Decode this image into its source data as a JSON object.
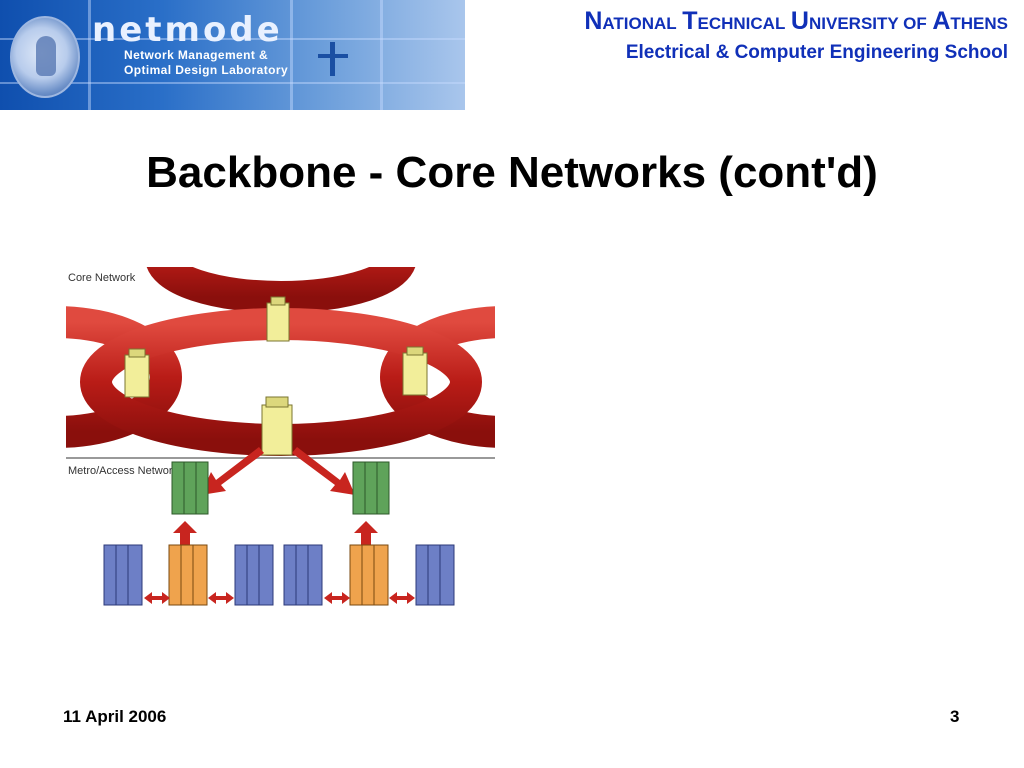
{
  "header": {
    "logo_text": "netmode",
    "lab_line1": "Network Management &",
    "lab_line2": "Optimal Design Laboratory",
    "university": {
      "n_initial": "N",
      "n_rest": "ATIONAL",
      "t_initial": "T",
      "t_rest": "ECHNICAL",
      "u_initial": "U",
      "u_rest": "NIVERSITY OF",
      "a_initial": "A",
      "a_rest": "THENS"
    },
    "school": "Electrical & Computer Engineering School"
  },
  "slide": {
    "title": "Backbone - Core Networks (cont'd)"
  },
  "diagram": {
    "core_label": "Core Network",
    "metro_label": "Metro/Access Network",
    "colors": {
      "ring": "#c8251f",
      "core_node": "#f2ee9a",
      "aggregation_node": "#5fa35a",
      "optical_node": "#efa34d",
      "access_node": "#6d7fc6",
      "arrow": "#c8251f"
    }
  },
  "footer": {
    "date": "11 April 2006",
    "page_number": "3"
  }
}
